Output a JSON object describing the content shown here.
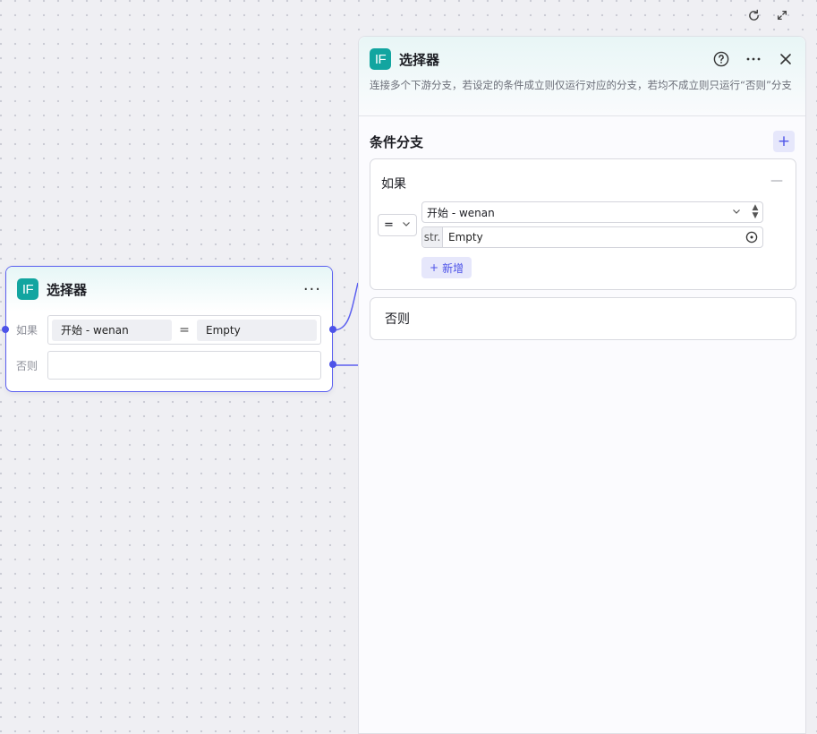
{
  "node": {
    "icon": "if-icon",
    "title": "选择器",
    "if_label": "如果",
    "else_label": "否则",
    "condition_left": "开始  -  wenan",
    "condition_operator": "=",
    "condition_right": "Empty"
  },
  "panel": {
    "icon": "if-icon",
    "title": "选择器",
    "description": "连接多个下游分支，若设定的条件成立则仅运行对应的分支，若均不成立则只运行“否则”分支",
    "section_title": "条件分支",
    "branch": {
      "title": "如果",
      "operator": "=",
      "variable": "开始 - wenan",
      "value_type": "str.",
      "value": "Empty",
      "add_label": "新增"
    },
    "else_branch": "否则"
  },
  "colors": {
    "accent": "#4d53e8",
    "icon_teal": "#12a5a0",
    "canvas": "#efeff3"
  }
}
